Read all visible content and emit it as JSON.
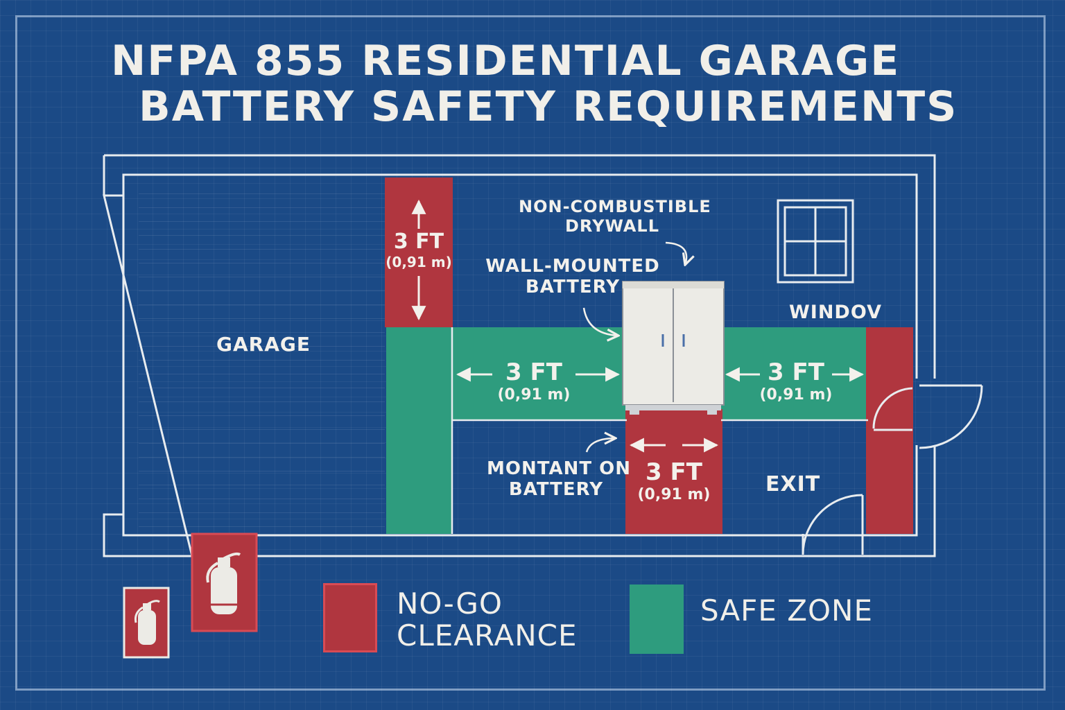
{
  "title": {
    "line1": "NFPA 855 RESIDENTIAL GARAGE",
    "line2": "BATTERY SAFETY REQUIREMENTS"
  },
  "labels": {
    "garage": "GARAGE",
    "drywall_line1": "NON-COMBUSTIBLE",
    "drywall_line2": "DRYWALL",
    "battery_line1": "WALL-MOUNTED",
    "battery_line2": "BATTERY",
    "montant_line1": "MONTANT ON",
    "montant_line2": "BATTERY",
    "window": "WINDOV",
    "exit": "EXIT"
  },
  "dimensions": {
    "top": {
      "value": "3 FT",
      "metric": "(0,91 m)"
    },
    "left": {
      "value": "3 FT",
      "metric": "(0,91 m)"
    },
    "right": {
      "value": "3 FT",
      "metric": "(0,91 m)"
    },
    "below": {
      "value": "3 FT",
      "metric": "(0,91 m)"
    }
  },
  "legend": {
    "nogo_line1": "NO-GO",
    "nogo_line2": "CLEARANCE",
    "safe": "SAFE ZONE"
  },
  "colors": {
    "background": "#1b4a86",
    "nogo": "#b0363f",
    "safe": "#2e9c7e",
    "line": "#e8ecef"
  }
}
